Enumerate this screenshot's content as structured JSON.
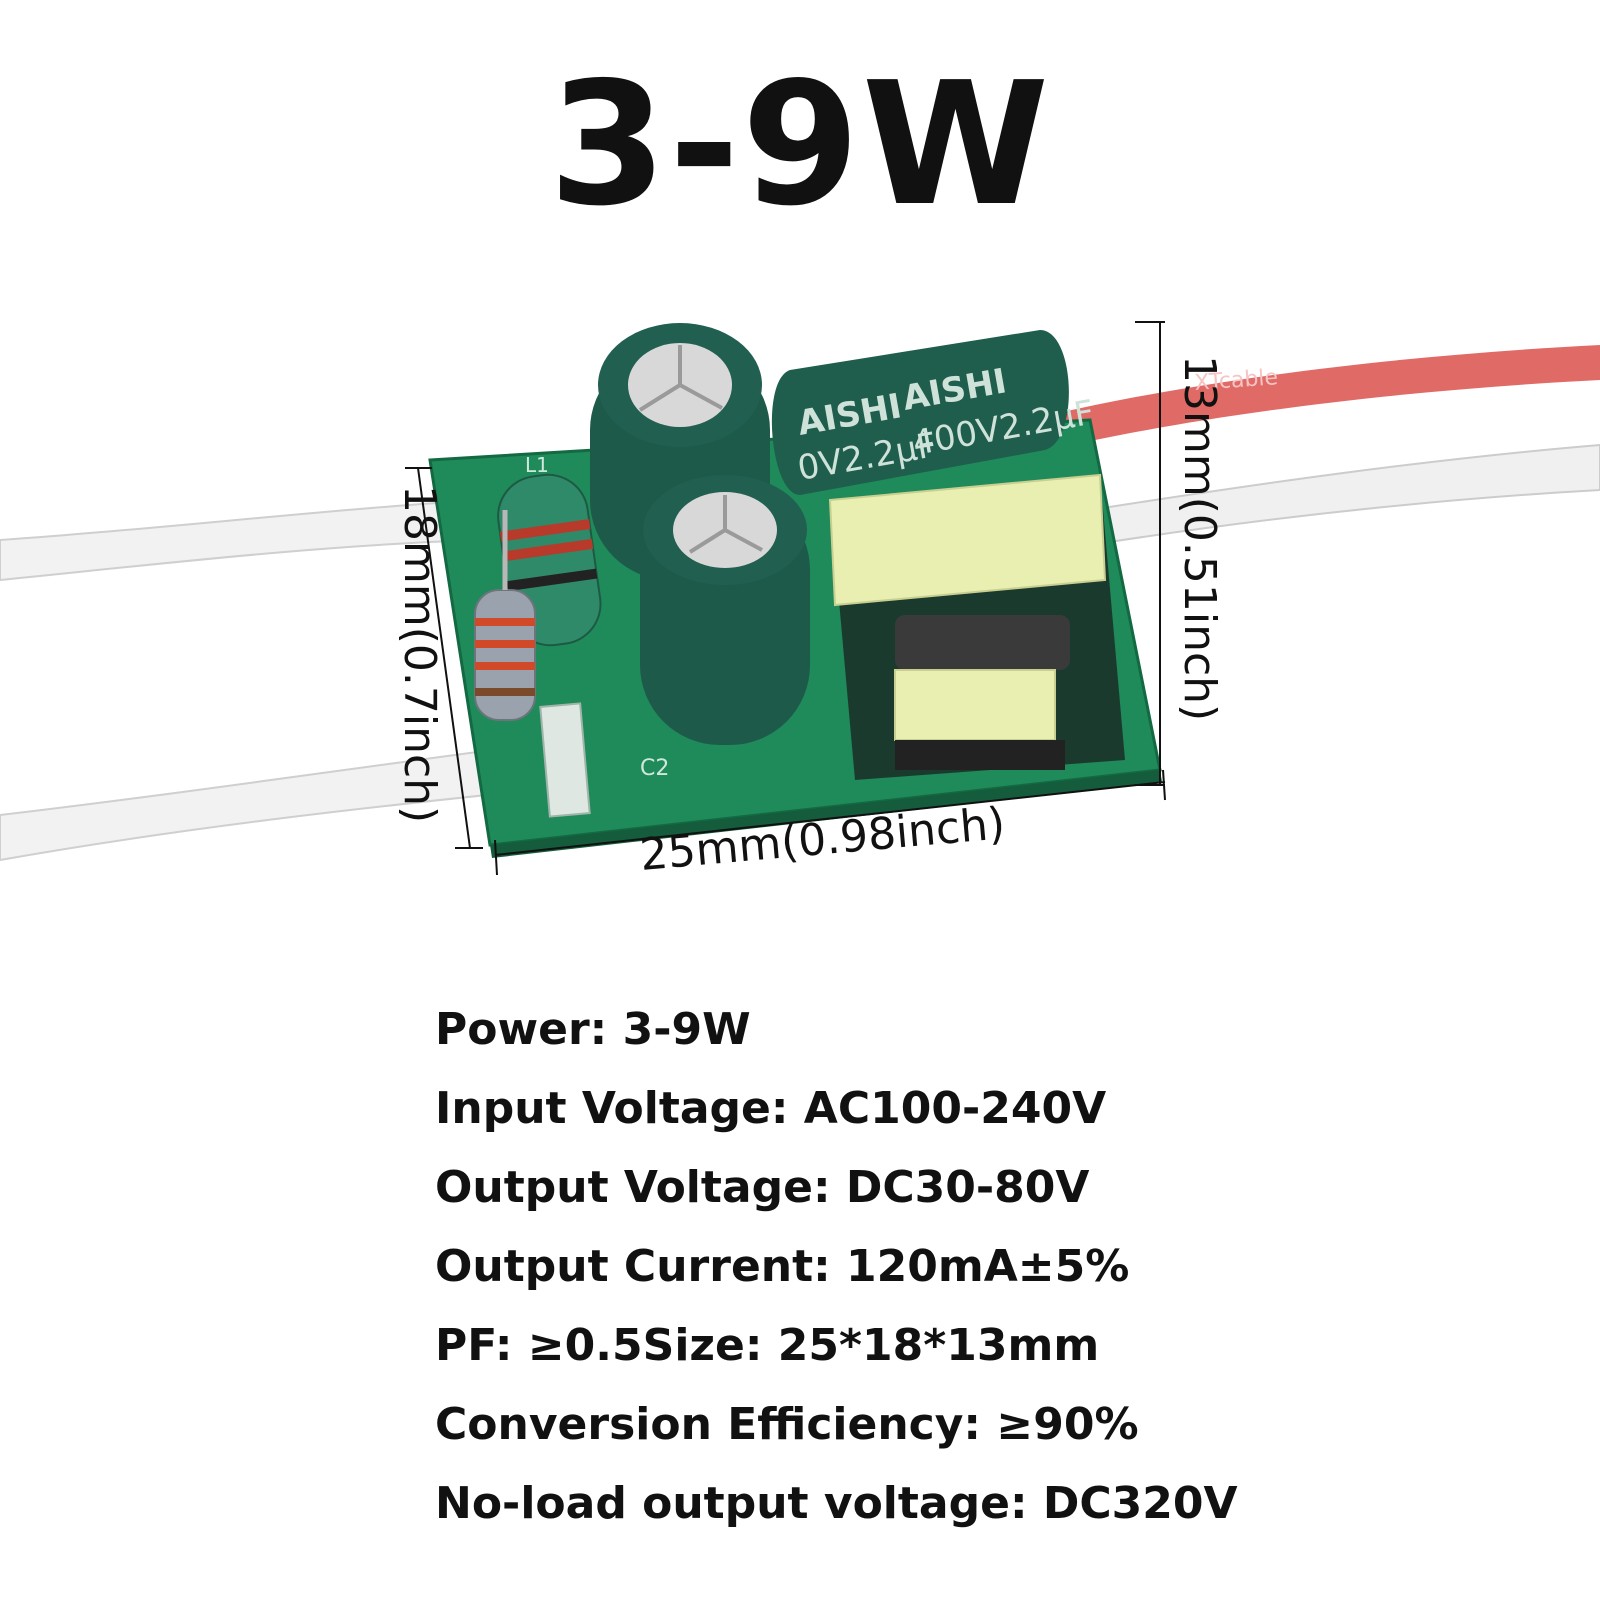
{
  "title": "3-9W",
  "dimensions": {
    "width": "25mm(0.98inch)",
    "depth": "18mm(0.7inch)",
    "height": "13mm(0.51inch)"
  },
  "components": {
    "cap_brand": "AISHI",
    "cap_rating": "400V2.2µF",
    "cap_rating_partial": "0V2.2µF",
    "cable_brand": "XTcable",
    "pcb_label_c2": "C2",
    "pcb_label_l1": "L1"
  },
  "colors": {
    "pcb": "#1f8a5a",
    "capacitor": "#1d5a4a",
    "transformer": "#e8efb0",
    "red_wire": "#e06a66",
    "white_wire": "#f2f2f2"
  },
  "specs": [
    "Power:  3-9W",
    "Input Voltage: AC100-240V",
    "Output Voltage: DC30-80V",
    "Output Current: 120mA±5%",
    "PF: ≥0.5Size:  25*18*13mm",
    "Conversion Efficiency: ≥90%",
    "No-load output voltage: DC320V"
  ]
}
